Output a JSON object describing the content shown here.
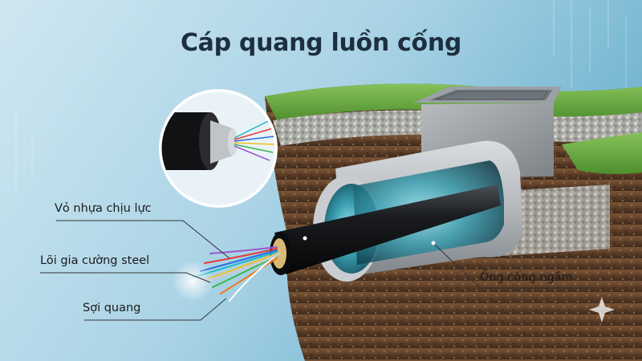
{
  "title": "Cáp quang luồn cống",
  "labels": {
    "outer_jacket": "Vỏ nhựa chịu lực",
    "steel_core": "Lõi gia cường steel",
    "fiber": "Sợi quang",
    "duct": "Ống cống ngầm"
  },
  "icons": {
    "sparkle": "four-point-star-icon",
    "inset": "cable-cross-section-icon"
  }
}
